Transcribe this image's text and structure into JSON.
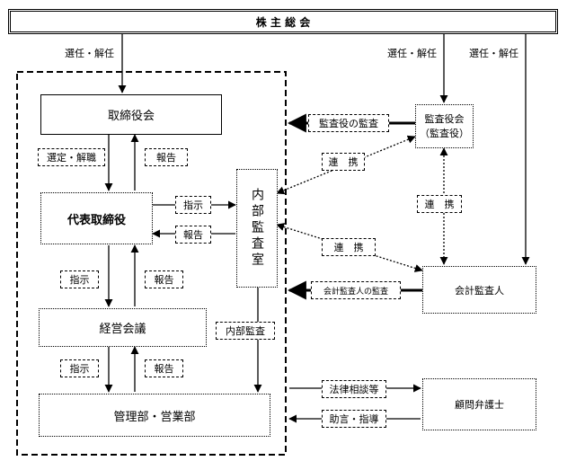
{
  "shareholders_meeting": "株 主 総 会",
  "appoint_dismiss": "選任・解任",
  "board": "取締役会",
  "select_dismiss": "選定・解職",
  "report": "報告",
  "instruct": "指示",
  "ceo": "代表取締役",
  "management_meeting": "経営会議",
  "admin_sales": "管理部・営業部",
  "internal_audit_office": "内部監査室",
  "internal_audit": "内部監査",
  "auditor_board_line1": "監査役会",
  "auditor_board_line2": "（監査役）",
  "auditor_audit": "監査役の監査",
  "cooperation": "連　携",
  "accounting_auditor": "会計監査人",
  "accounting_auditor_audit": "会計監査人の監査",
  "lawyer": "顧問弁護士",
  "legal_consultation": "法律相談等",
  "advice_guidance": "助言・指導"
}
